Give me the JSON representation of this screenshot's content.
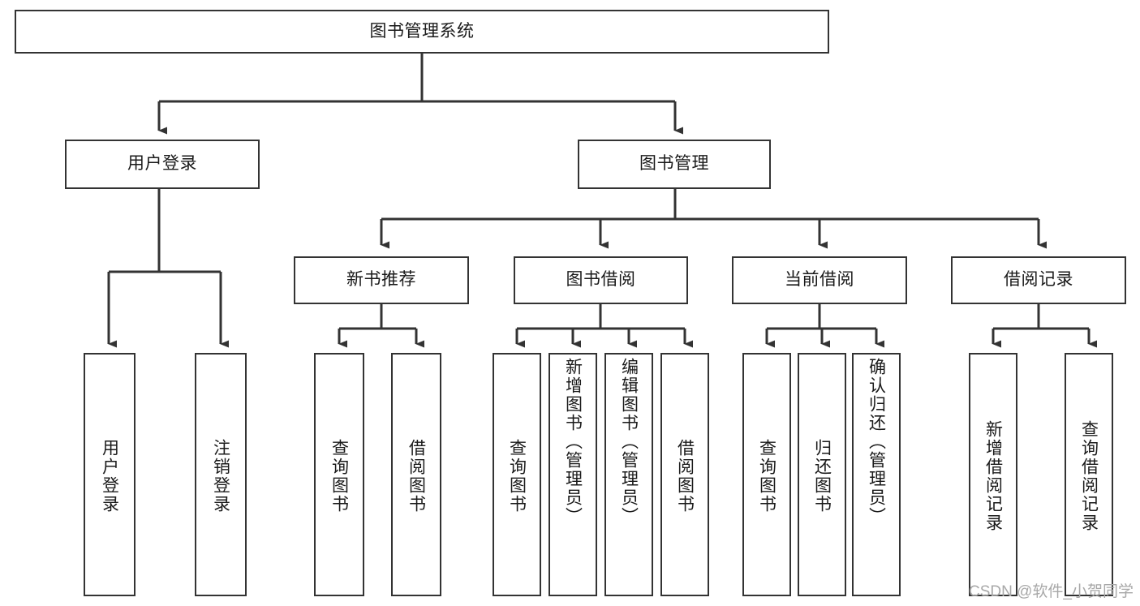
{
  "diagram": {
    "type": "tree-hierarchy",
    "title": "图书管理系统",
    "watermark": "CSDN @软件_小贺同学",
    "colors": {
      "stroke": "#333333",
      "fill": "#ffffff",
      "text": "#1a1a1a",
      "watermark": "#a8a8a8"
    },
    "levels": {
      "root": {
        "label": "图书管理系统"
      },
      "level2": [
        {
          "id": "user-login",
          "label": "用户登录"
        },
        {
          "id": "book-management",
          "label": "图书管理"
        }
      ],
      "level3": [
        {
          "id": "new-book-recommend",
          "label": "新书推荐"
        },
        {
          "id": "book-borrow",
          "label": "图书借阅"
        },
        {
          "id": "current-borrow",
          "label": "当前借阅"
        },
        {
          "id": "borrow-record",
          "label": "借阅记录"
        }
      ],
      "leaves": {
        "user-login": [
          {
            "id": "leaf-user-login",
            "label": "用户登录"
          },
          {
            "id": "leaf-logout-login",
            "label": "注销登录"
          }
        ],
        "new-book-recommend": [
          {
            "id": "leaf-query-book-1",
            "label": "查询图书"
          },
          {
            "id": "leaf-borrow-book-1",
            "label": "借阅图书"
          }
        ],
        "book-borrow": [
          {
            "id": "leaf-query-book-2",
            "label": "查询图书"
          },
          {
            "id": "leaf-add-book",
            "label": "新增图书（管理员）"
          },
          {
            "id": "leaf-edit-book",
            "label": "编辑图书（管理员）"
          },
          {
            "id": "leaf-borrow-book-2",
            "label": "借阅图书"
          }
        ],
        "current-borrow": [
          {
            "id": "leaf-query-book-3",
            "label": "查询图书"
          },
          {
            "id": "leaf-return-book",
            "label": "归还图书"
          },
          {
            "id": "leaf-confirm-return",
            "label": "确认归还（管理员）"
          }
        ],
        "borrow-record": [
          {
            "id": "leaf-add-record",
            "label": "新增借阅记录"
          },
          {
            "id": "leaf-query-record",
            "label": "查询借阅记录"
          }
        ]
      }
    }
  }
}
